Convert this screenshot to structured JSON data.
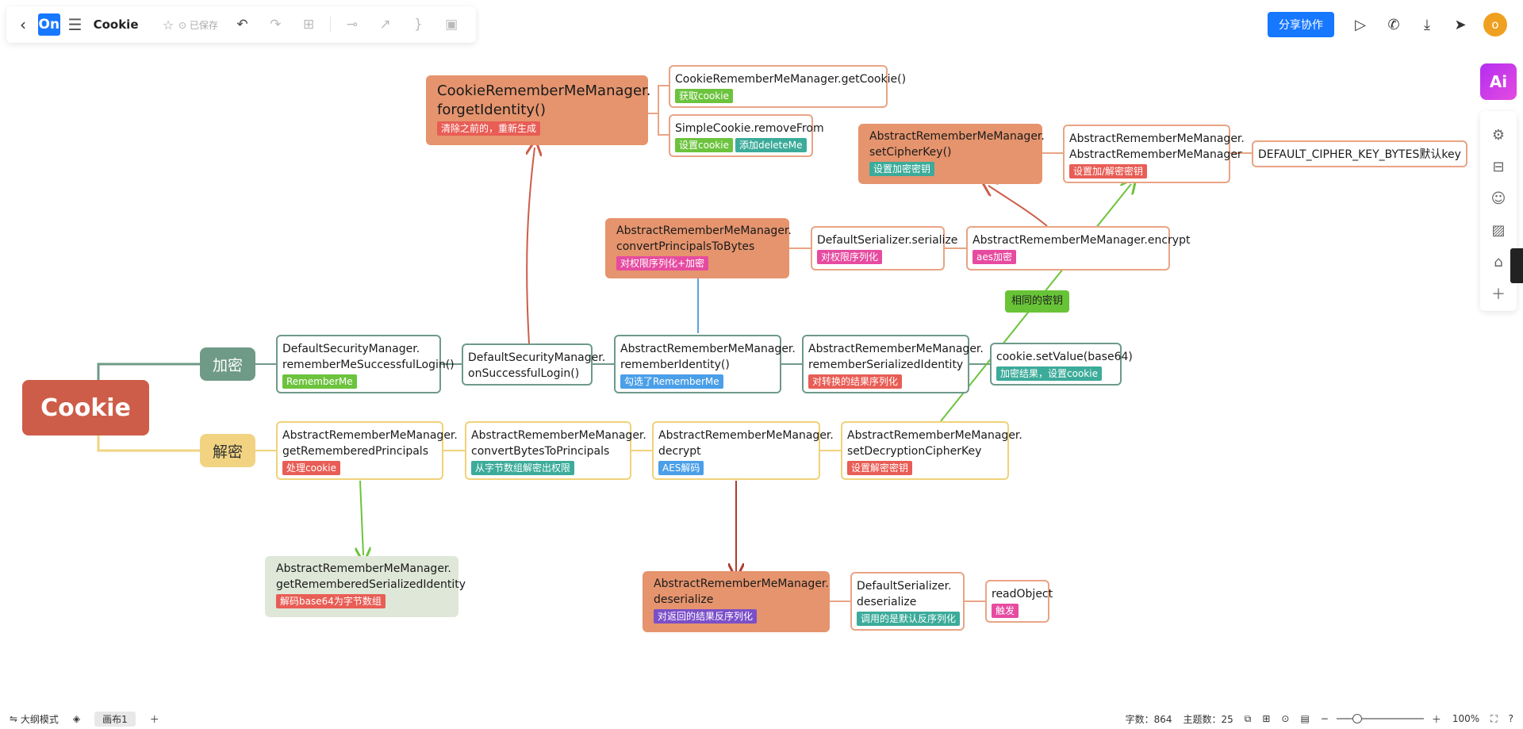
{
  "toolbar": {
    "back_icon": "chevron-left-icon",
    "logo_text": "On",
    "doc_title": "Cookie",
    "saved_text": "⊙ 已保存"
  },
  "header_right": {
    "share_label": "分享协作",
    "avatar_text": "o"
  },
  "side": {
    "ai_label": "Ai"
  },
  "mindmap": {
    "root": "Cookie",
    "branch_encrypt": "加密",
    "branch_decrypt": "解密",
    "float_label": "相同的密钥",
    "nodes": {
      "forgetIdentity": {
        "text": "CookieRememberMeManager.\nforgetIdentity()",
        "tags": [
          {
            "text": "清除之前的，重新生成",
            "color": "#e85d55"
          }
        ]
      },
      "getCookie": {
        "text": "CookieRememberMeManager.getCookie()",
        "tags": [
          {
            "text": "获取cookie",
            "color": "#6cc33d"
          }
        ]
      },
      "removeFrom": {
        "text": "SimpleCookie.removeFrom",
        "tags": [
          {
            "text": "设置cookie",
            "color": "#6cc33d"
          },
          {
            "text": "添加deleteMe",
            "color": "#3cab9a"
          }
        ]
      },
      "setCipherKey": {
        "text": "AbstractRememberMeManager.\nsetCipherKey()",
        "tags": [
          {
            "text": "设置加密密钥",
            "color": "#3cab9a"
          }
        ]
      },
      "constructor": {
        "text": "AbstractRememberMeManager.\nAbstractRememberMeManager",
        "tags": [
          {
            "text": "设置加/解密密钥",
            "color": "#e85d55"
          }
        ]
      },
      "defaultKey": {
        "text": "DEFAULT_CIPHER_KEY_BYTES默认key",
        "tags": []
      },
      "convertPrincipalsToBytes": {
        "text": "AbstractRememberMeManager.\nconvertPrincipalsToBytes",
        "tags": [
          {
            "text": "对权限序列化+加密",
            "color": "#e64ba0"
          }
        ]
      },
      "serializerSerialize": {
        "text": "DefaultSerializer.serialize",
        "tags": [
          {
            "text": "对权限序列化",
            "color": "#e64ba0"
          }
        ]
      },
      "encrypt": {
        "text": "AbstractRememberMeManager.encrypt",
        "tags": [
          {
            "text": "aes加密",
            "color": "#e64ba0"
          }
        ]
      },
      "rememberMeSuccessfulLogin": {
        "text": "DefaultSecurityManager.\nrememberMeSuccessfulLogin()",
        "tags": [
          {
            "text": "RememberMe",
            "color": "#6cc33d"
          }
        ]
      },
      "onSuccessfulLogin": {
        "text": "DefaultSecurityManager.\nonSuccessfulLogin()",
        "tags": []
      },
      "rememberIdentity": {
        "text": "AbstractRememberMeManager.\nrememberIdentity()",
        "tags": [
          {
            "text": "勾选了RememberMe",
            "color": "#4a9fe8"
          }
        ]
      },
      "rememberSerializedIdentity": {
        "text": "AbstractRememberMeManager.\nrememberSerializedIdentity",
        "tags": [
          {
            "text": "对转换的结果序列化",
            "color": "#e85d55"
          }
        ]
      },
      "setValue": {
        "text": "cookie.setValue(base64)",
        "tags": [
          {
            "text": "加密结果，设置cookie",
            "color": "#3cab9a"
          }
        ]
      },
      "getRememberedPrincipals": {
        "text": "AbstractRememberMeManager.\ngetRememberedPrincipals",
        "tags": [
          {
            "text": "处理cookie",
            "color": "#e85d55"
          }
        ]
      },
      "convertBytesToPrincipals": {
        "text": "AbstractRememberMeManager.\nconvertBytesToPrincipals",
        "tags": [
          {
            "text": "从字节数组解密出权限",
            "color": "#3cab9a"
          }
        ]
      },
      "decrypt": {
        "text": "AbstractRememberMeManager.\ndecrypt",
        "tags": [
          {
            "text": "AES解码",
            "color": "#4a9fe8"
          }
        ]
      },
      "setDecryptionCipherKey": {
        "text": "AbstractRememberMeManager.\nsetDecryptionCipherKey",
        "tags": [
          {
            "text": "设置解密密钥",
            "color": "#e85d55"
          }
        ]
      },
      "getRememberedSerializedIdentity": {
        "text": "AbstractRememberMeManager.\ngetRememberedSerializedIdentity",
        "tags": [
          {
            "text": "解码base64为字节数组",
            "color": "#e85d55"
          }
        ]
      },
      "deserialize": {
        "text": "AbstractRememberMeManager.\ndeserialize",
        "tags": [
          {
            "text": "对返回的结果反序列化",
            "color": "#7b4fc9"
          }
        ]
      },
      "serializerDeserialize": {
        "text": "DefaultSerializer.\ndeserialize",
        "tags": [
          {
            "text": "调用的是默认反序列化",
            "color": "#3cab9a"
          }
        ]
      },
      "readObject": {
        "text": "readObject",
        "tags": [
          {
            "text": "触发",
            "color": "#e64ba0"
          }
        ]
      }
    }
  },
  "bottombar": {
    "outline_mode": "大纲模式",
    "canvas_name": "画布1",
    "word_count": "字数：864",
    "topic_count": "主题数：25",
    "zoom": "100%"
  },
  "colors": {
    "accent": "#1677ff",
    "root": "#cd5d48",
    "encrypt_branch": "#6f9a87",
    "decrypt_branch": "#f1d382"
  }
}
